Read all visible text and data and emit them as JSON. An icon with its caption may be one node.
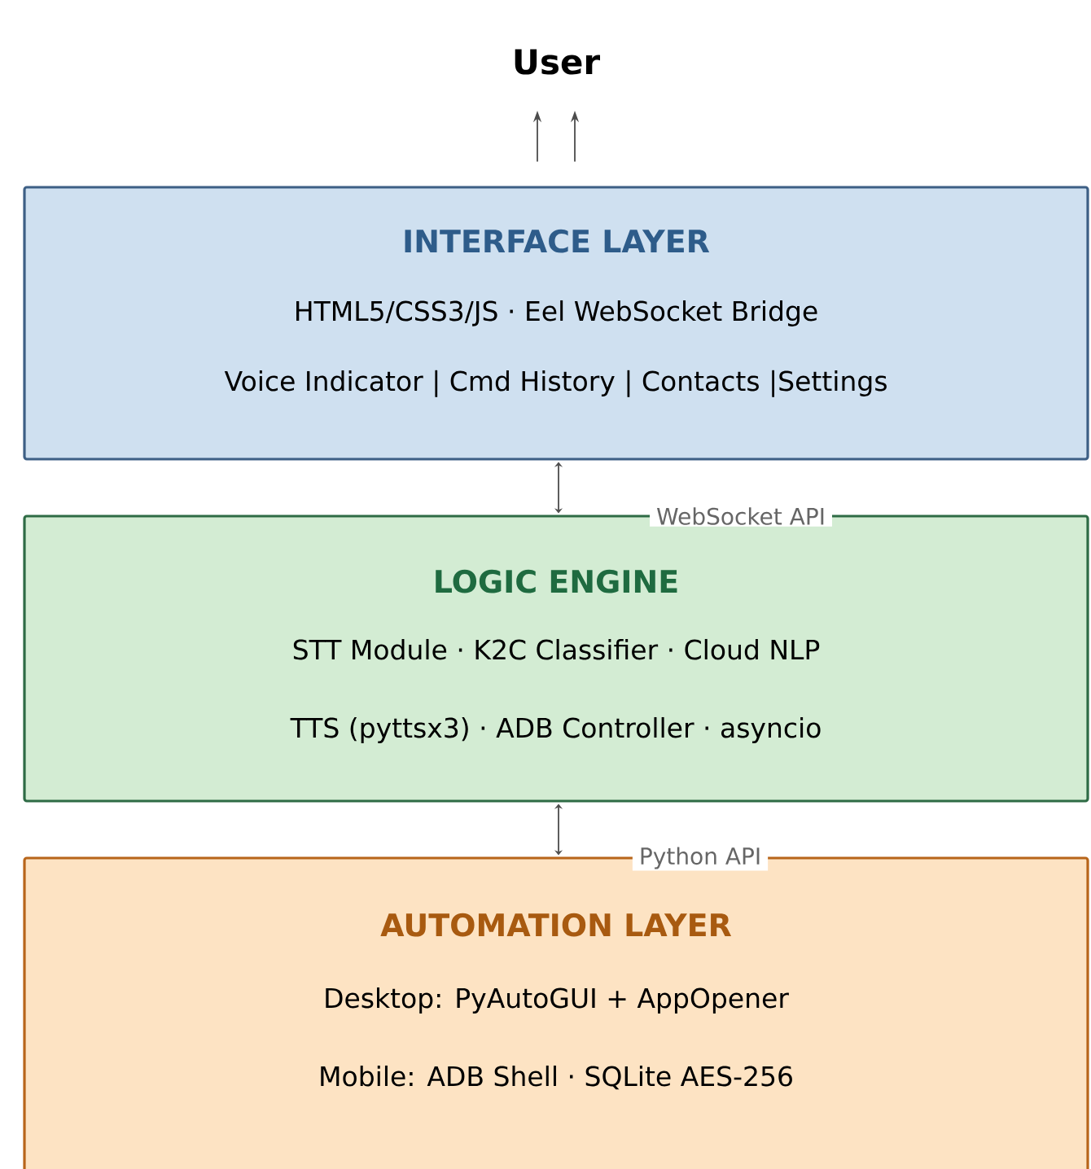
{
  "diagram": {
    "nodes": [
      {
        "text": [
          "User"
        ]
      },
      {
        "text": [
          "INTERFACE LAYER",
          "HTML5/CSS3/JS · Eel WebSocket Bridge",
          "Voice Indicator | Cmd History | Contacts |Settings"
        ]
      },
      {
        "text": [
          "LOGIC ENGINE",
          "STT Module · K2C Classifier · Cloud NLP",
          "TTS (pyttsx3) · ADB Controller · asyncio"
        ]
      },
      {
        "text": [
          "AUTOMATION LAYER",
          "Desktop: PyAutoGUI + AppOpener",
          "Mobile: ADB Shell · SQLite AES-256"
        ]
      }
    ],
    "edges": [
      {
        "from": 1,
        "to": 0,
        "arrow": "to"
      },
      {
        "from": 1,
        "to": 0,
        "arrow": "to"
      },
      {
        "from": 1,
        "to": 2,
        "arrow": "both",
        "label": "WebSocket API"
      },
      {
        "from": 2,
        "to": 3,
        "arrow": "both",
        "label": "Python API"
      }
    ]
  }
}
